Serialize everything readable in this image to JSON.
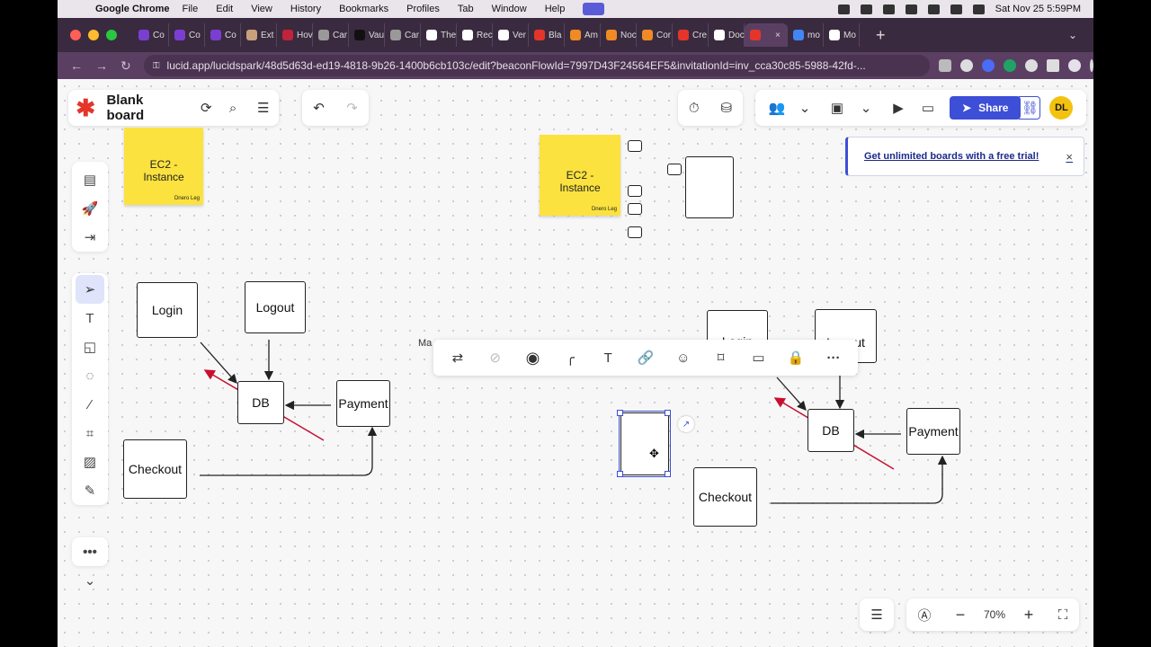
{
  "menubar": {
    "app": "Google Chrome",
    "items": [
      "File",
      "Edit",
      "View",
      "History",
      "Bookmarks",
      "Profiles",
      "Tab",
      "Window",
      "Help"
    ],
    "datetime": "Sat Nov 25  5:59PM"
  },
  "browser": {
    "tabs": [
      {
        "label": "Co",
        "color": "#7a3fd1"
      },
      {
        "label": "Co",
        "color": "#7a3fd1"
      },
      {
        "label": "Co",
        "color": "#7a3fd1"
      },
      {
        "label": "Ext",
        "color": "#caa07a"
      },
      {
        "label": "Hov",
        "color": "#c0233a"
      },
      {
        "label": "Car",
        "color": "#999999"
      },
      {
        "label": "Vau",
        "color": "#111111"
      },
      {
        "label": "Car",
        "color": "#999999"
      },
      {
        "label": "The",
        "color": "#ffffff"
      },
      {
        "label": "Rec",
        "color": "#ffffff"
      },
      {
        "label": "Ver",
        "color": "#ffffff"
      },
      {
        "label": "Bla",
        "color": "#e4352b"
      },
      {
        "label": "Am",
        "color": "#f08a24"
      },
      {
        "label": "Noc",
        "color": "#f08a24"
      },
      {
        "label": "Cor",
        "color": "#f08a24"
      },
      {
        "label": "Cre",
        "color": "#e4352b"
      },
      {
        "label": "Doc",
        "color": "#ffffff"
      },
      {
        "label": "",
        "color": "#e4352b",
        "active": true
      },
      {
        "label": "mo",
        "color": "#4285f4"
      },
      {
        "label": "Mo",
        "color": "#ffffff"
      }
    ],
    "url": "lucid.app/lucidspark/48d5d63d-ed19-4818-9b26-1400b6cb103c/edit?beaconFlowId=7997D43F24564EF5&invitationId=inv_cca30c85-5988-42fd-..."
  },
  "header": {
    "title": "Blank board",
    "share_label": "Share",
    "avatar_initials": "DL"
  },
  "banner": {
    "text": "Get unlimited boards with a free trial!",
    "close": "×"
  },
  "left_diagram": {
    "sticky_title": "EC2 -\nInstance",
    "sticky_sub": "Dnero Leg",
    "login": "Login",
    "logout": "Logout",
    "db": "DB",
    "payment": "Payment",
    "checkout": "Checkout"
  },
  "right_diagram": {
    "sticky_title": "EC2 -\nInstance",
    "sticky_sub": "Dnero Leg",
    "login": "Login",
    "logout": "Logout",
    "db": "DB",
    "payment": "Payment",
    "checkout": "Checkout"
  },
  "partial_label": "Ma",
  "zoom": {
    "level": "70%",
    "minus": "−",
    "plus": "+"
  },
  "colors": {
    "accent": "#3d4fd6",
    "sticky": "#fbe23f",
    "red_line": "#c8102e",
    "brand": "#e4352b"
  }
}
